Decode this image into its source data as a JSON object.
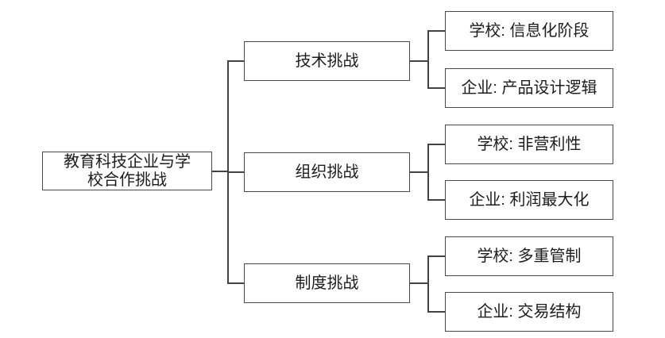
{
  "diagram": {
    "title": "教育科技企业与学校合作挑战",
    "root": {
      "label": "教育科技企业与学校合作挑战",
      "line1": "教育科技企业与学",
      "line2": "校合作挑战"
    },
    "branches": [
      {
        "label": "技术挑战",
        "children": [
          {
            "label": "学校: 信息化阶段"
          },
          {
            "label": "企业: 产品设计逻辑"
          }
        ]
      },
      {
        "label": "组织挑战",
        "children": [
          {
            "label": "学校: 非营利性"
          },
          {
            "label": "企业: 利润最大化"
          }
        ]
      },
      {
        "label": "制度挑战",
        "children": [
          {
            "label": "学校: 多重管制"
          },
          {
            "label": "企业: 交易结构"
          }
        ]
      }
    ],
    "colors": {
      "background": "#ffffff",
      "box_fill": "#ffffff",
      "box_border": "#4a4a4a",
      "connector_line": "#434343",
      "text": "#1c1c1c"
    }
  }
}
